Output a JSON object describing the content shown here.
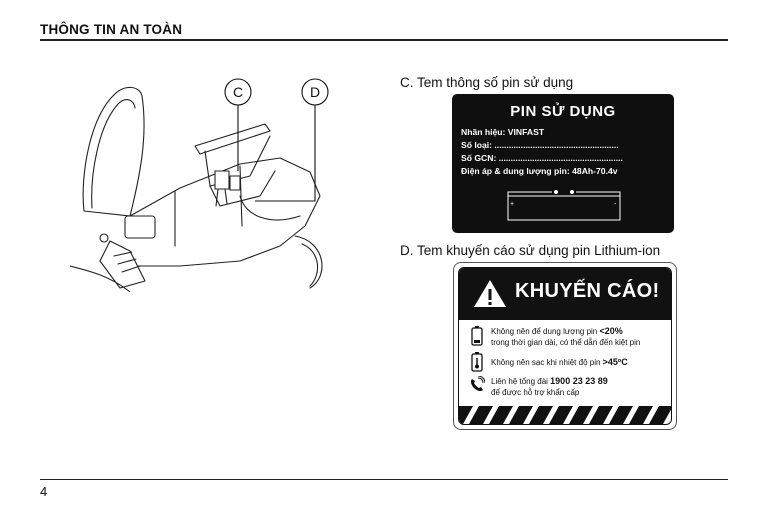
{
  "header": {
    "title": "THÔNG TIN AN TOÀN"
  },
  "page_number": "4",
  "illustration": {
    "callout_c": "C",
    "callout_d": "D"
  },
  "section_c": {
    "caption": "C. Tem thông số pin sử dụng",
    "label_title": "PIN SỬ DỤNG",
    "brand_line": "Nhãn hiệu: VINFAST",
    "model_line": "Số loại: ....................................................",
    "gcn_line": "Số GCN: ....................................................",
    "spec_line": "Điện áp & dung lượng pin: 48Ah-70.4v"
  },
  "section_d": {
    "caption": "D. Tem khuyến cáo sử dụng pin Lithium-ion",
    "warning_title": "KHUYẾN CÁO!",
    "item1_text": "Không nên để dung lượng pin ",
    "item1_value": "<20%",
    "item1_line2": "trong thời gian dài, có thể dẫn đến kiệt pin",
    "item2_text": "Không nên sạc khi nhiệt độ pin ",
    "item2_value": ">45ºC",
    "item3_text": "Liên hệ tổng đài ",
    "item3_value": "1900 23 23 89",
    "item3_line2": "để được hỗ trợ khẩn cấp"
  }
}
